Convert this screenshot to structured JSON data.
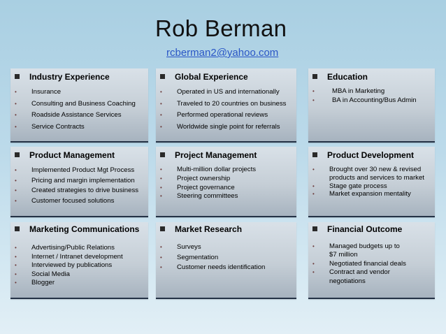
{
  "header": {
    "name": "Rob Berman",
    "email": "rcberman2@yahoo.com"
  },
  "cards": [
    {
      "title": "Industry Experience",
      "items": [
        "Insurance",
        "Consulting and Business Coaching",
        "Roadside Assistance Services",
        "Service Contracts"
      ]
    },
    {
      "title": "Global Experience",
      "items": [
        "Operated in US and internationally",
        "Traveled to 20 countries on business",
        "Performed operational reviews",
        "Worldwide single point for referrals"
      ]
    },
    {
      "title": "Education",
      "items": [
        "MBA in Marketing",
        "BA in Accounting/Bus Admin"
      ]
    },
    {
      "title": "Product Management",
      "items": [
        "Implemented Product Mgt Process",
        "Pricing and margin implementation",
        "Created strategies to drive business",
        "Customer focused solutions"
      ]
    },
    {
      "title": "Project Management",
      "items": [
        "Multi-million dollar projects",
        "Project ownership",
        "Project governance",
        "Steering committees"
      ]
    },
    {
      "title": "Product Development",
      "items": [
        "Brought over 30 new & revised products and services to market",
        "Stage gate process",
        "Market expansion mentality"
      ]
    },
    {
      "title": "Marketing Communications",
      "items": [
        "Advertising/Public Relations",
        "Internet / Intranet development",
        "Interviewed by publications",
        "Social Media",
        "Blogger"
      ]
    },
    {
      "title": "Market Research",
      "items": [
        "Surveys",
        "Segmentation",
        "Customer needs identification"
      ]
    },
    {
      "title": "Financial Outcome",
      "items": [
        "Managed budgets up to $7 million",
        "Negotiated financial deals",
        "Contract and vendor negotiations"
      ]
    }
  ],
  "icons": {
    "title_marker": "square-bullet-icon",
    "item_marker": "bullet-icon"
  },
  "colors": {
    "email_link": "#2a56c6",
    "card_border": "#243246",
    "bullet": "#6b3a3a"
  }
}
